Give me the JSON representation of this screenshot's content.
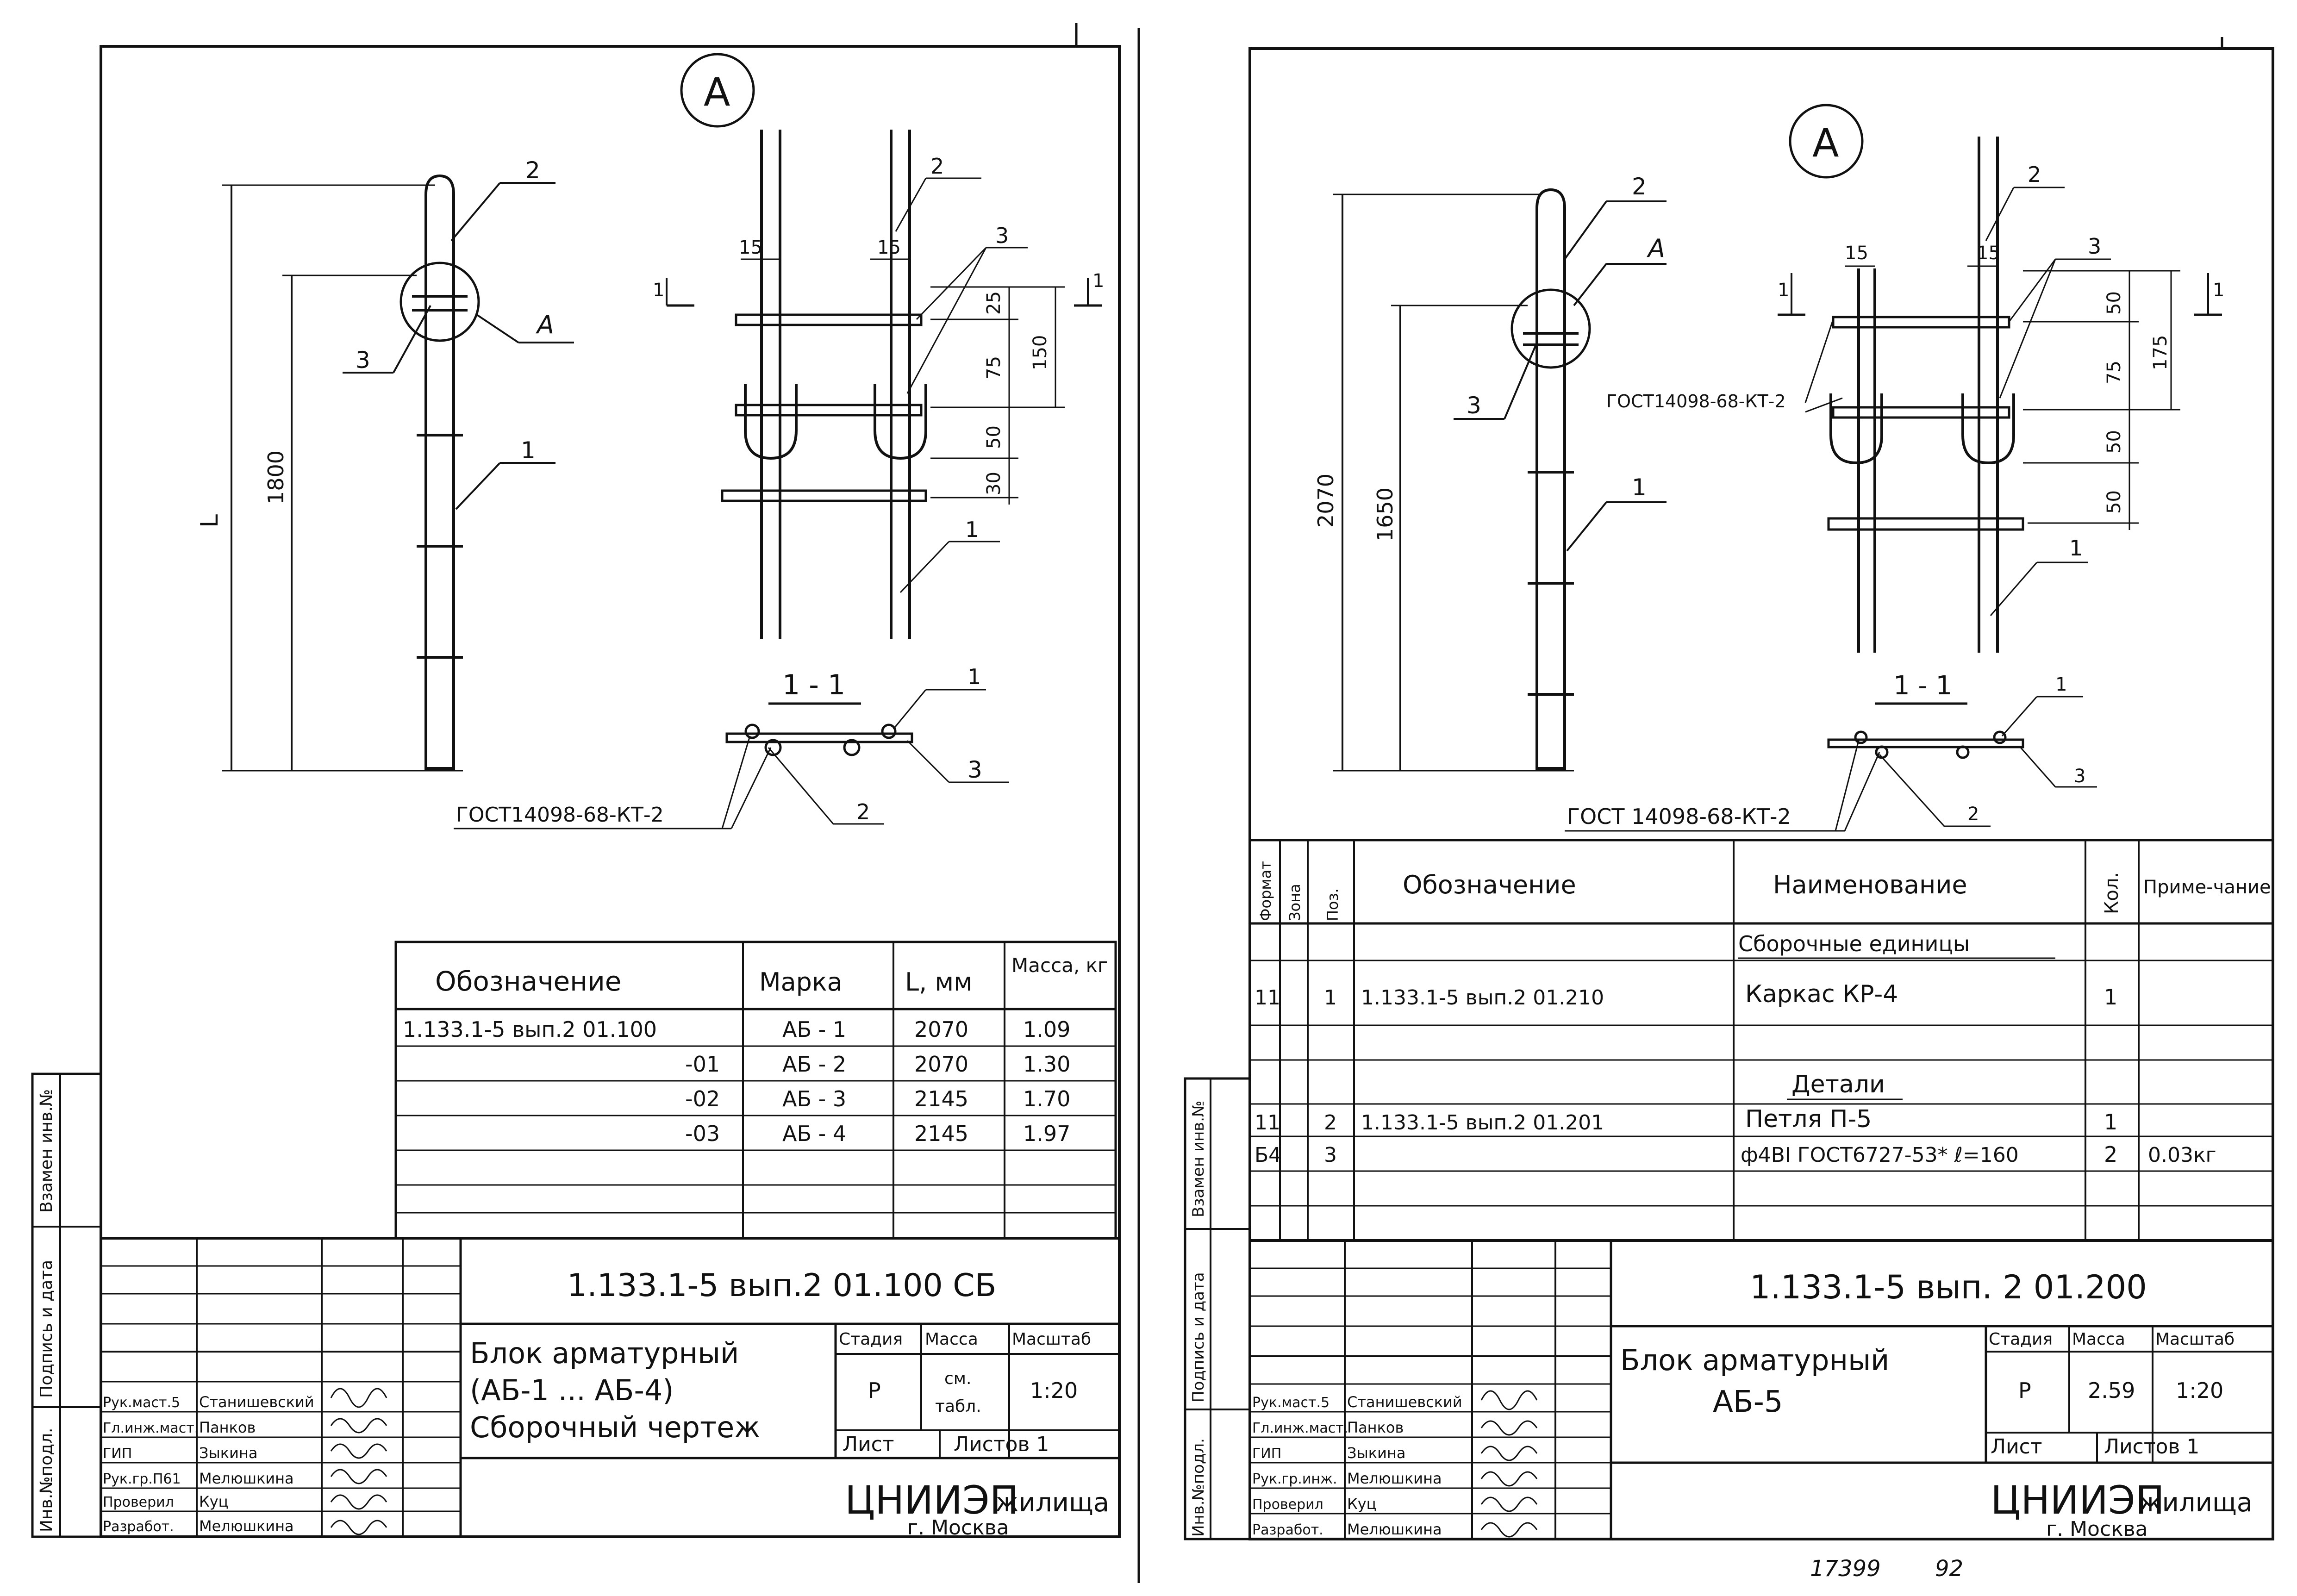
{
  "left": {
    "view_label": "A",
    "callout_A": "A",
    "pos_labels": {
      "p1": "1",
      "p2": "2",
      "p3": "3"
    },
    "dims": {
      "L": "L",
      "d1800": "1800",
      "d15a": "15",
      "d15b": "15",
      "d25": "25",
      "d75": "75",
      "d150": "150",
      "d50": "50",
      "d30": "30"
    },
    "section_mark": "1",
    "section_title": "1 - 1",
    "gost_note": "ГОСТ14098-68-КТ-2",
    "spec_table": {
      "headers": [
        "Обозначение",
        "Марка",
        "L, мм",
        "Масса, кг"
      ],
      "rows": [
        [
          "1.133.1-5 вып.2  01.100",
          "АБ - 1",
          "2070",
          "1.09"
        ],
        [
          "-01",
          "АБ - 2",
          "2070",
          "1.30"
        ],
        [
          "-02",
          "АБ - 3",
          "2145",
          "1.70"
        ],
        [
          "-03",
          "АБ - 4",
          "2145",
          "1.97"
        ]
      ]
    },
    "title_block": {
      "doc_code": "1.133.1-5 вып.2 01.100 СБ",
      "name_line1": "Блок арматурный",
      "name_line2": "(АБ-1 ... АБ-4)",
      "name_line3": "Сборочный чертеж",
      "stage_h": "Стадия",
      "mass_h": "Масса",
      "scale_h": "Масштаб",
      "stage": "Р",
      "mass_1": "см.",
      "mass_2": "табл.",
      "scale": "1:20",
      "sheet": "Лист",
      "sheets": "Листов 1",
      "org": "ЦНИИЭП",
      "org2": "жилища",
      "city": "г. Москва",
      "roles": [
        "Рук.маст.5",
        "Гл.инж.маст.",
        "ГИП",
        "Рук.гр.П61",
        "Проверил",
        "Разработ."
      ],
      "people": [
        "Станишевский",
        "Панков",
        "Зыкина",
        "Мелюшкина",
        "Куц",
        "Мелюшкина"
      ]
    },
    "side_stamps": [
      "Взамен инв.№",
      "Подпись и дата",
      "Инв.№подл."
    ]
  },
  "right": {
    "view_label": "A",
    "callout_A": "A",
    "pos_labels": {
      "p1": "1",
      "p2": "2",
      "p3": "3"
    },
    "dims": {
      "d2070": "2070",
      "d1650": "1650",
      "d15a": "15",
      "d15b": "15",
      "d50a": "50",
      "d75": "75",
      "d175": "175",
      "d50b": "50",
      "d50c": "50"
    },
    "section_mark": "1",
    "section_title": "1 - 1",
    "gost_note_top": "ГОСТ14098-68-КТ-2",
    "gost_note": "ГОСТ 14098-68-КТ-2",
    "spec_table": {
      "headers": [
        "Формат",
        "Зона",
        "Поз.",
        "Обозначение",
        "Наименование",
        "Кол.",
        "Приме-чание"
      ],
      "group1": "Сборочные единицы",
      "row1": [
        "11",
        "",
        "1",
        "1.133.1-5 вып.2 01.210",
        "Каркас КР-4",
        "1",
        ""
      ],
      "group2": "Детали",
      "row2": [
        "11",
        "",
        "2",
        "1.133.1-5 вып.2 01.201",
        "Петля П-5",
        "1",
        ""
      ],
      "row3": [
        "Б4",
        "",
        "3",
        "",
        "ф4ВI ГОСТ6727-53* ℓ=160",
        "2",
        "0.03кг"
      ]
    },
    "title_block": {
      "doc_code": "1.133.1-5 вып. 2 01.200",
      "name_line1": "Блок арматурный",
      "name_line2": "АБ-5",
      "stage_h": "Стадия",
      "mass_h": "Масса",
      "scale_h": "Масштаб",
      "stage": "Р",
      "mass": "2.59",
      "scale": "1:20",
      "sheet": "Лист",
      "sheets": "Листов 1",
      "org": "ЦНИИЭП",
      "org2": "жилища",
      "city": "г. Москва",
      "roles": [
        "Рук.маст.5",
        "Гл.инж.маст.",
        "ГИП",
        "Рук.гр.инж.",
        "Проверил",
        "Разработ."
      ],
      "people": [
        "Станишевский",
        "Панков",
        "Зыкина",
        "Мелюшкина",
        "Куц",
        "Мелюшкина"
      ]
    },
    "side_stamps": [
      "Взамен инв.№",
      "Подпись и дата",
      "Инв.№подл."
    ],
    "footer_num1": "17399",
    "footer_num2": "92"
  }
}
